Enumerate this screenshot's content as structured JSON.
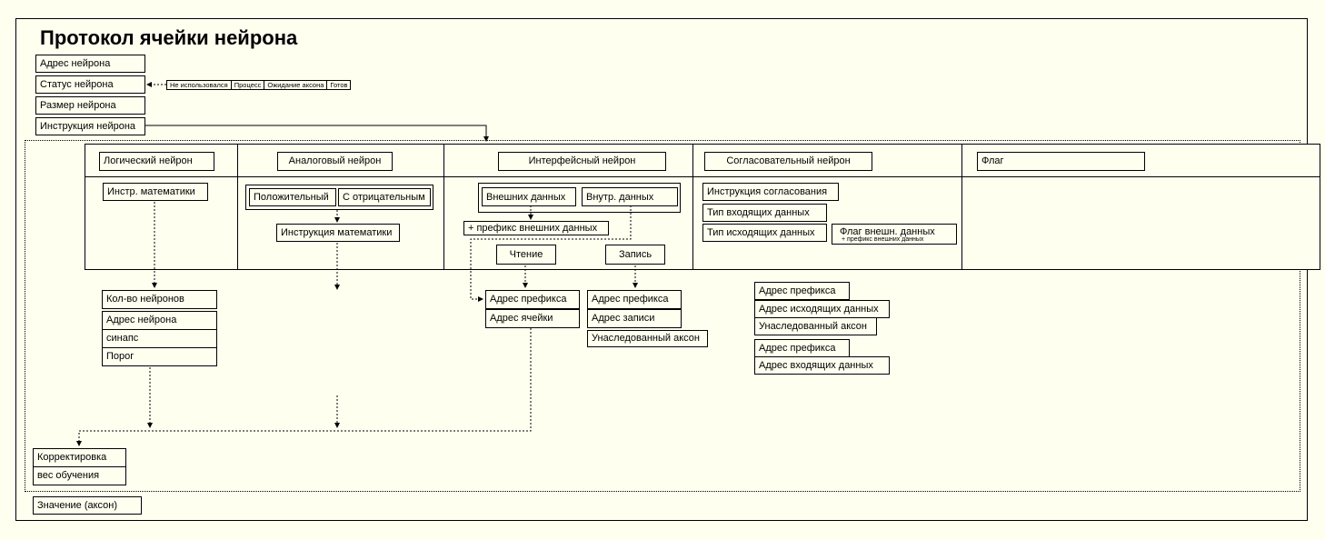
{
  "title": "Протокол ячейки нейрона",
  "header_fields": {
    "address": "Адрес нейрона",
    "status": "Статус нейрона",
    "size": "Размер нейрона",
    "instruction": "Инструкция нейрона"
  },
  "status_values": [
    "Не использовался",
    "Процесс",
    "Ожидание аксона",
    "Готов"
  ],
  "neuron_types": {
    "logical": "Логический нейрон",
    "analog": "Аналоговый нейрон",
    "interface": "Интерфейсный нейрон",
    "matching": "Согласовательный нейрон",
    "flag": "Флаг"
  },
  "logical": {
    "instr": "Инстр. математики",
    "fields": [
      "Кол-во нейронов",
      "Адрес нейрона",
      "синапс",
      "Порог"
    ]
  },
  "analog": {
    "positive": "Положительный",
    "negative": "С отрицательным",
    "instr": "Инструкция математики"
  },
  "interface": {
    "external": "Внешних данных",
    "internal": "Внутр. данных",
    "prefix_external": "+ префикс внешних данных",
    "read": "Чтение",
    "write": "Запись",
    "read_fields": [
      "Адрес префикса",
      "Адрес ячейки"
    ],
    "write_fields": [
      "Адрес префикса",
      "Адрес записи",
      "Унаследованный аксон"
    ]
  },
  "matching": {
    "instr": "Инструкция согласования",
    "input_type": "Тип входящих данных",
    "output_type": "Тип исходящих данных",
    "flag_external": "Флаг внешн. данных",
    "flag_prefix": "+ префикс внешних данных",
    "output_fields": [
      "Адрес префикса",
      "Адрес исходящих данных",
      "Унаследованный аксон"
    ],
    "input_fields": [
      "Адрес префикса",
      "Адрес входящих данных"
    ]
  },
  "correction": {
    "label": "Корректировка",
    "weight": "вес обучения"
  },
  "value": "Значение (аксон)"
}
